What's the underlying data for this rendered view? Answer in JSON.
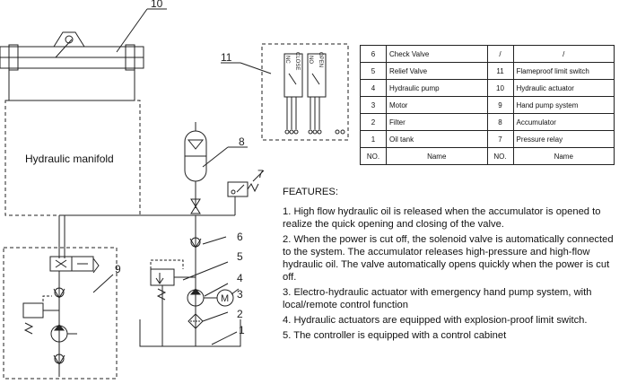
{
  "diagram": {
    "manifold_label": "Hydraulic manifold",
    "callouts": [
      "10",
      "11",
      "8",
      "7",
      "6",
      "5",
      "4",
      "3",
      "2",
      "1",
      "9"
    ],
    "switch_labels": {
      "close": "CLOSE",
      "open": "OPEN",
      "nc": "NC",
      "no": "NO"
    },
    "motor_symbol": "M"
  },
  "parts_table": {
    "rows": [
      [
        "6",
        "Check Valve",
        "/",
        "/"
      ],
      [
        "5",
        "Relief Valve",
        "11",
        "Flameproof limit switch"
      ],
      [
        "4",
        "Hydraulic pump",
        "10",
        "Hydraulic actuator"
      ],
      [
        "3",
        "Motor",
        "9",
        "Hand pump system"
      ],
      [
        "2",
        "Filter",
        "8",
        "Accumulator"
      ],
      [
        "1",
        "Oil tank",
        "7",
        "Pressure relay"
      ]
    ],
    "header": [
      "NO.",
      "Name",
      "NO.",
      "Name"
    ]
  },
  "features": {
    "title": "FEATURES:",
    "items": [
      "1. High flow hydraulic oil is released when the accumulator is opened to realize the quick opening and closing of the valve.",
      "2. When the power is cut off, the solenoid valve is automatically connected to the system. The accumulator releases high-pressure and high-flow hydraulic oil. The valve automatically opens quickly when the power is cut off.",
      "3. Electro-hydraulic actuator with emergency hand pump system, with local/remote control function",
      "4. Hydraulic actuators are equipped with explosion-proof limit switch.",
      "5. The controller is equipped with a control cabinet"
    ]
  }
}
